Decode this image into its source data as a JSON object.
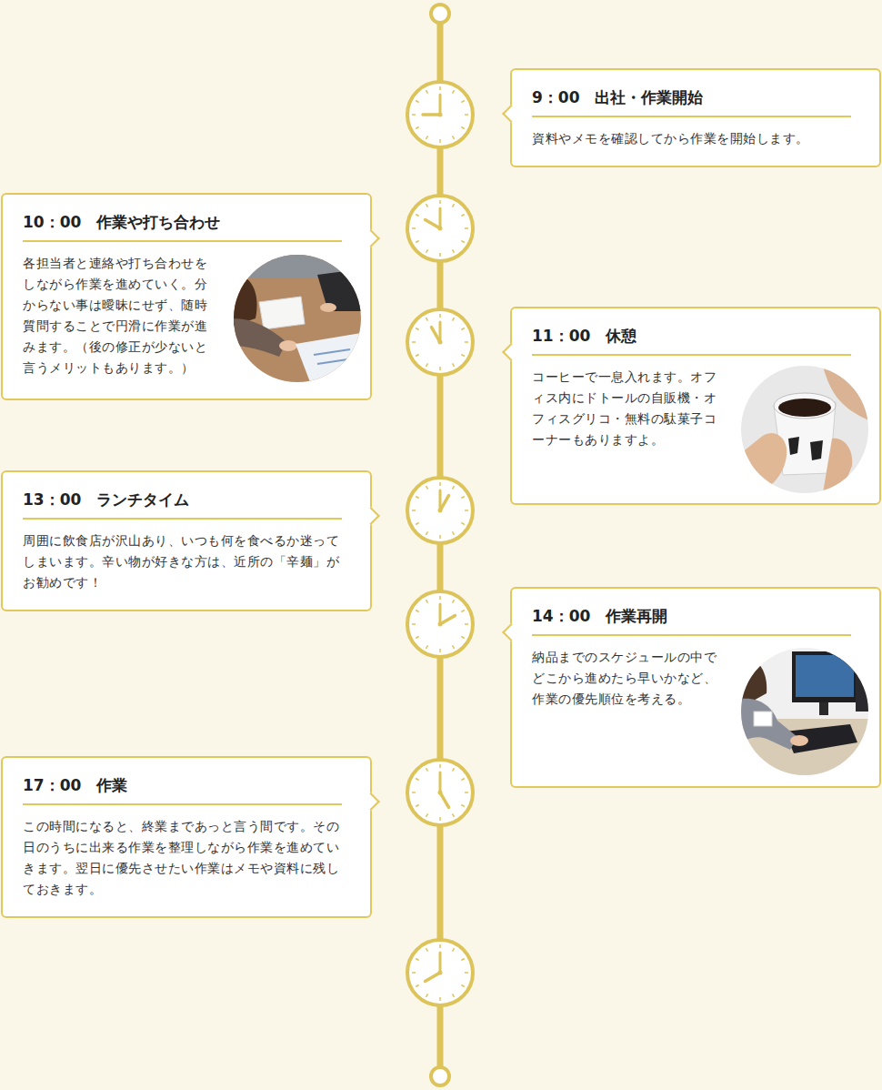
{
  "diagram": {
    "nodes": [
      {
        "text": [
          "9：00　出社・作業開始",
          "資料やメモを確認してから作業を開始します。"
        ]
      },
      {
        "text": [
          "10：00　作業や打ち合わせ",
          "各担当者と連絡や打ち合わせをしながら作業を進めていく。分からない事は曖昧にせず、随時質問することで円滑に作業が進みます。（後の修正が少ないと言うメリットもあります。）"
        ]
      },
      {
        "text": [
          "11：00　休憩",
          "コーヒーで一息入れます。オフィス内にドトールの自販機・オフィスグリコ・無料の駄菓子コーナーもありますよ。"
        ]
      },
      {
        "text": [
          "13：00　ランチタイム",
          "周囲に飲食店が沢山あり、いつも何を食べるか迷ってしまいます。辛い物が好きな方は、近所の「辛麺」がお勧めです！"
        ]
      },
      {
        "text": [
          "14：00　作業再開",
          "納品までのスケジュールの中でどこから進めたら早いかなど、作業の優先順位を考える。"
        ]
      },
      {
        "text": [
          "17：00　作業",
          "この時間になると、終業まであっと言う間です。その日のうちに出来る作業を整理しながら作業を進めていきます。翌日に優先させたい作業はメモや資料に残しておきます。"
        ]
      }
    ]
  }
}
